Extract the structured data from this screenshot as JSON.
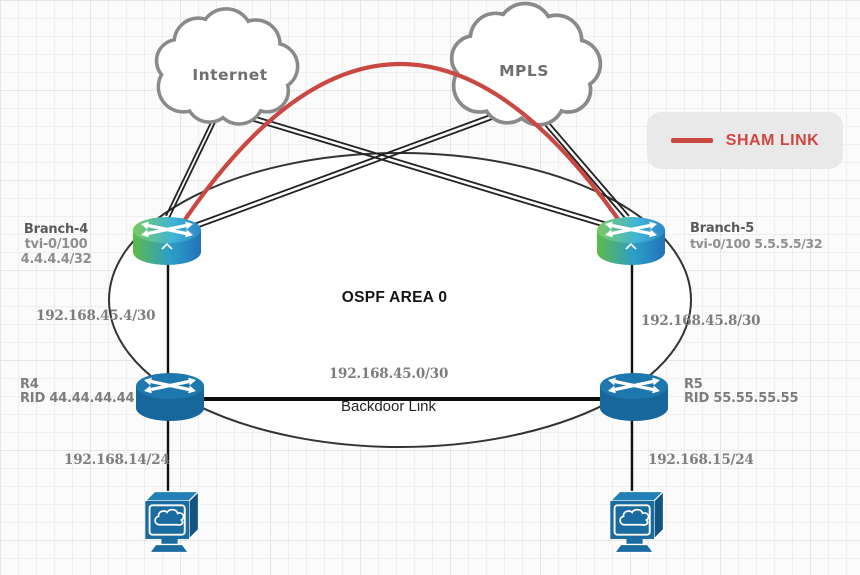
{
  "clouds": [
    {
      "label": "Internet"
    },
    {
      "label": "MPLS"
    }
  ],
  "legend": {
    "label": "SHAM LINK"
  },
  "area": {
    "label": "OSPF AREA 0"
  },
  "nodes": {
    "branch4": {
      "name": "Branch-4",
      "iface": "tvi-0/100",
      "loopback": "4.4.4.4/32"
    },
    "branch5": {
      "name": "Branch-5",
      "detail": "tvi-0/100 5.5.5.5/32"
    },
    "r4": {
      "name": "R4",
      "rid": "RID 44.44.44.44"
    },
    "r5": {
      "name": "R5",
      "rid": "RID 55.55.55.55"
    }
  },
  "links": {
    "wan_left": "192.168.45.4/30",
    "wan_right": "192.168.45.8/30",
    "backdoor_subnet": "192.168.45.0/30",
    "backdoor_name": "Backdoor Link",
    "lan_left": "192.168.14/24",
    "lan_right": "192.168.15/24"
  },
  "colors": {
    "sham_link_red": "#c94843",
    "router_blue": "#17679c",
    "branch_green": "#5eb94b",
    "branch_blue": "#2373b5",
    "cloud_outline": "#8a8a8a",
    "legend_bg": "#e9e9e9"
  }
}
